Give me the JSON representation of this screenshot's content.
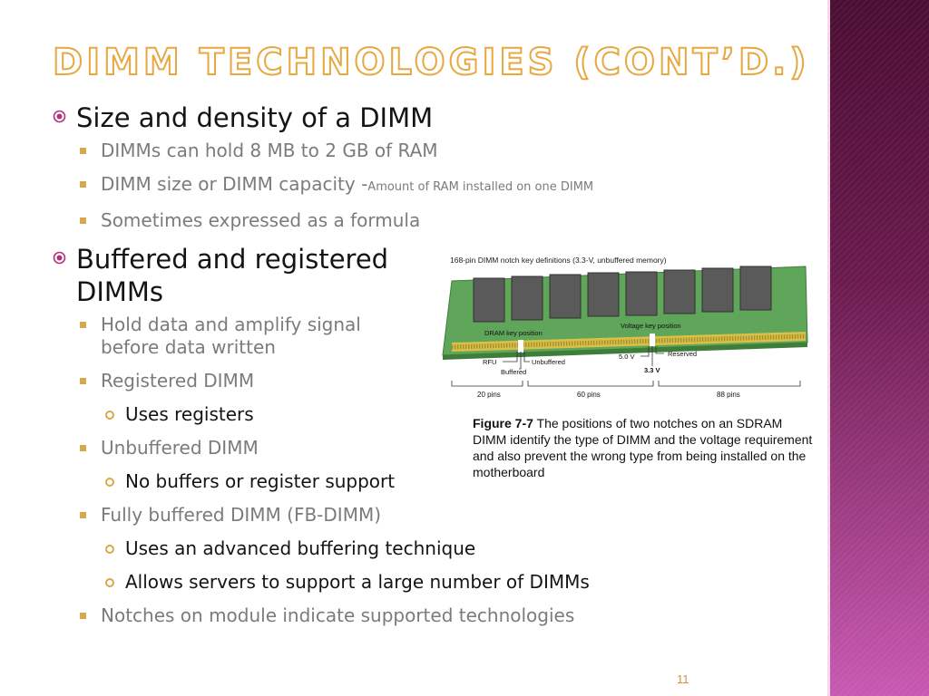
{
  "slide": {
    "title": "DIMM TECHNOLOGIES (CONT’D.)",
    "page_number": "11",
    "colors": {
      "title_outline": "#e8a840",
      "bullet_marker": "#d9a84a",
      "side_panel": "#6a1a4d"
    }
  },
  "bullets": [
    {
      "text": "Size and density of a DIMM",
      "children": [
        {
          "text": "DIMMs can hold 8 MB to 2 GB of RAM"
        },
        {
          "text": "DIMM size or DIMM capacity -",
          "small": "Amount of RAM installed on one DIMM"
        },
        {
          "text": "Sometimes expressed as a formula"
        }
      ]
    },
    {
      "text": "Buffered and registered DIMMs",
      "children": [
        {
          "text": "Hold data and amplify signal before data written"
        },
        {
          "text": "Registered DIMM",
          "children": [
            {
              "text": "Uses registers"
            }
          ]
        },
        {
          "text": "Unbuffered DIMM",
          "children": [
            {
              "text": "No buffers or register support"
            }
          ]
        },
        {
          "text": "Fully buffered DIMM (FB-DIMM)",
          "children": [
            {
              "text": "Uses an advanced buffering technique"
            },
            {
              "text": "Allows servers to support a large number of DIMMs"
            }
          ]
        },
        {
          "text": "Notches on module indicate supported technologies"
        }
      ]
    }
  ],
  "figure": {
    "heading": "168-pin DIMM notch key definitions (3.3-V, unbuffered memory)",
    "labels": {
      "dram_key": "DRAM key position",
      "voltage_key": "Voltage key position",
      "rfu": "RFU",
      "buffered": "Buffered",
      "unbuffered": "Unbuffered",
      "v50": "5.0 V",
      "reserved": "Reserved",
      "v33": "3.3 V",
      "pins20": "20 pins",
      "pins60": "60 pins",
      "pins88": "88 pins"
    },
    "caption_label": "Figure 7-7",
    "caption_text": " The positions of two notches on an SDRAM DIMM identify the type of DIMM and the voltage requirement and also prevent the wrong type from being installed on the motherboard"
  }
}
